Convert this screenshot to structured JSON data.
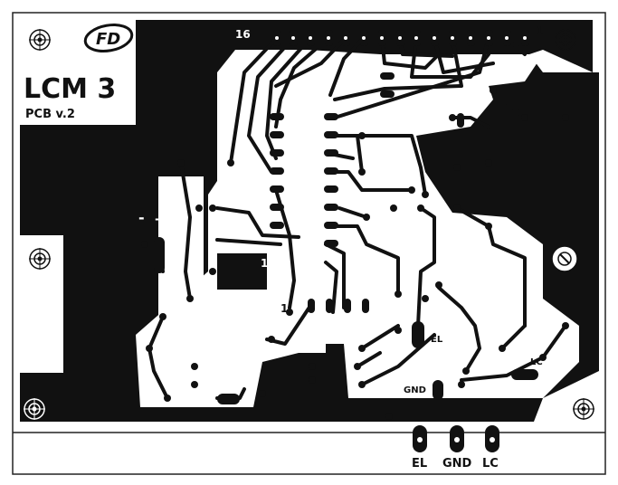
{
  "title": "LCM 3",
  "subtitle": "PCB v.2",
  "logo": "FD",
  "pin_labels": {
    "first": "1",
    "last": "16",
    "ic_pin": "1",
    "ic_pin2": "1"
  },
  "polarity": {
    "minus_left": "-",
    "plus_left": "+",
    "plus_bottom": "+",
    "minus_bottom": "-"
  },
  "pad_labels": {
    "el_board": "EL",
    "gnd_board": "GND",
    "lc_board": "LC"
  },
  "connector_labels": [
    "EL",
    "GND",
    "LC"
  ],
  "colors": {
    "copper": "#111111",
    "board": "#ffffff",
    "outline": "#222222"
  },
  "icons": [
    "mounting-hole-icon",
    "trimmer-icon"
  ]
}
